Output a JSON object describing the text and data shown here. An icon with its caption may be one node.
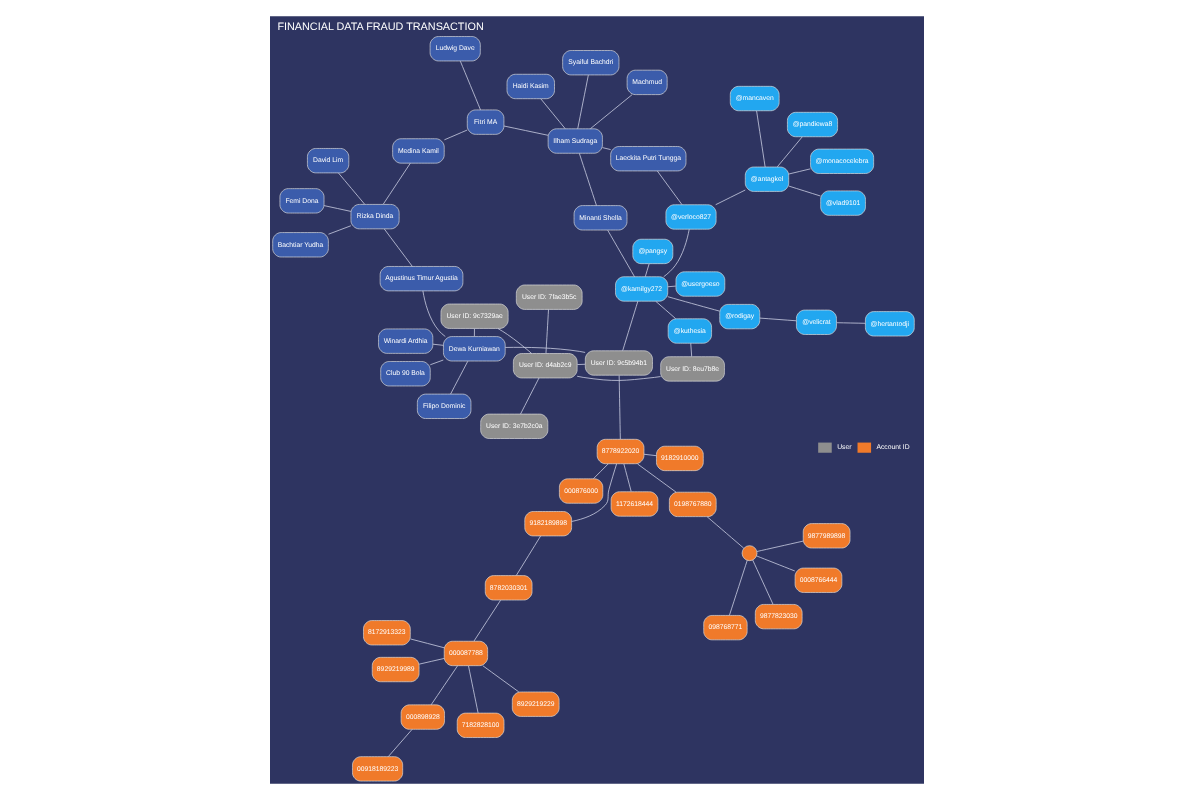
{
  "diagram": {
    "title": "FINANCIAL DATA FRAUD TRANSACTION",
    "nodes": [
      {
        "text": [
          "8778922020"
        ]
      },
      {
        "text": [
          "9877989898"
        ]
      },
      {
        "text": [
          "9877823030"
        ]
      },
      {
        "text": [
          "098768771"
        ]
      },
      {
        "text": [
          "0008766444"
        ]
      },
      {
        "text": [],
        "shape": "circle"
      },
      {
        "text": [
          "0198767880"
        ]
      },
      {
        "text": [
          "9182910000"
        ]
      },
      {
        "text": [
          "9182189898"
        ]
      },
      {
        "text": [
          "1172618444"
        ]
      },
      {
        "text": [
          "000876000"
        ]
      },
      {
        "text": [
          "8782030301"
        ]
      },
      {
        "text": [
          "000087788"
        ]
      },
      {
        "text": [
          "8929219229"
        ]
      },
      {
        "text": [
          "8172913323"
        ]
      },
      {
        "text": [
          "7182828100"
        ]
      },
      {
        "text": [
          "000898928"
        ]
      },
      {
        "text": [
          "8929219989"
        ]
      },
      {
        "text": [
          "00918189223"
        ]
      },
      {
        "text": [
          "User ID: 9c5b94b1"
        ]
      },
      {
        "text": [
          "User ID: d4ab2c9"
        ]
      },
      {
        "text": [
          "User ID: 3e7b2c0a"
        ]
      },
      {
        "text": [
          "User ID: 8eu7b8e"
        ]
      },
      {
        "text": [
          "User ID: 7fae3b5c"
        ]
      },
      {
        "text": [
          "User ID: 9c7329ae"
        ]
      },
      {
        "text": [
          "Dewa Kurniawan"
        ]
      },
      {
        "text": [
          "Filipo Dominic"
        ]
      },
      {
        "text": [
          "Winardi Ardhia"
        ]
      },
      {
        "text": [
          "Agustinus Timur Agustia"
        ]
      },
      {
        "text": [
          "Club 90 Bola"
        ]
      },
      {
        "text": [
          "Rizka Dinda"
        ]
      },
      {
        "text": [
          "Bachtiar Yudha"
        ]
      },
      {
        "text": [
          "Femi Dona"
        ]
      },
      {
        "text": [
          "David Lim"
        ]
      },
      {
        "text": [
          "Medina Kamil"
        ]
      },
      {
        "text": [
          "Fitri MA"
        ]
      },
      {
        "text": [
          "Ludwig Dave"
        ]
      },
      {
        "text": [
          "Ilham Sudraga"
        ]
      },
      {
        "text": [
          "Syaiful Bachdri"
        ]
      },
      {
        "text": [
          "Haidi Kasim"
        ]
      },
      {
        "text": [
          "Machmud"
        ]
      },
      {
        "text": [
          "Laeckita Putri Tungga"
        ]
      },
      {
        "text": [
          "Minanti Shella"
        ]
      },
      {
        "text": [
          "@kamilgy272"
        ]
      },
      {
        "text": [
          "@usergoeso"
        ]
      },
      {
        "text": [
          "@pangsy"
        ]
      },
      {
        "text": [
          "@verloco827"
        ]
      },
      {
        "text": [
          "@kuthesia"
        ]
      },
      {
        "text": [
          "@rodigay"
        ]
      },
      {
        "text": [
          "@antagkel"
        ]
      },
      {
        "text": [
          "@mancaven"
        ]
      },
      {
        "text": [
          "@vlad9101"
        ]
      },
      {
        "text": [
          "@monacocelebra"
        ]
      },
      {
        "text": [
          "@pandiewa8"
        ]
      },
      {
        "text": [
          "@velicrat"
        ]
      },
      {
        "text": [
          "@hertantodji"
        ]
      }
    ],
    "edges": [
      {
        "from": 5,
        "to": 1,
        "arrow": "none"
      },
      {
        "from": 5,
        "to": 2,
        "arrow": "none"
      },
      {
        "from": 5,
        "to": 3,
        "arrow": "none"
      },
      {
        "from": 5,
        "to": 4,
        "arrow": "none"
      },
      {
        "from": 5,
        "to": 6,
        "arrow": "none"
      },
      {
        "from": 6,
        "to": 0,
        "arrow": "none"
      },
      {
        "from": 7,
        "to": 0,
        "arrow": "none"
      },
      {
        "from": 8,
        "to": 0,
        "arrow": "none"
      },
      {
        "from": 9,
        "to": 0,
        "arrow": "none"
      },
      {
        "from": 10,
        "to": 0,
        "arrow": "none"
      },
      {
        "from": 11,
        "to": 8,
        "arrow": "none"
      },
      {
        "from": 11,
        "to": 12,
        "arrow": "none"
      },
      {
        "from": 12,
        "to": 13,
        "arrow": "none"
      },
      {
        "from": 12,
        "to": 14,
        "arrow": "none"
      },
      {
        "from": 12,
        "to": 15,
        "arrow": "none"
      },
      {
        "from": 12,
        "to": 16,
        "arrow": "none"
      },
      {
        "from": 12,
        "to": 17,
        "arrow": "none"
      },
      {
        "from": 16,
        "to": 18,
        "arrow": "none"
      },
      {
        "from": 0,
        "to": 19,
        "arrow": "none"
      },
      {
        "from": 19,
        "to": 20,
        "arrow": "none"
      },
      {
        "from": 20,
        "to": 21,
        "arrow": "none"
      },
      {
        "from": 20,
        "to": 23,
        "arrow": "none"
      },
      {
        "from": 20,
        "to": 22,
        "arrow": "none"
      },
      {
        "from": 20,
        "to": 24,
        "arrow": "none"
      },
      {
        "from": 19,
        "to": 25,
        "arrow": "none"
      },
      {
        "from": 19,
        "to": 43,
        "arrow": "none"
      },
      {
        "from": 24,
        "to": 25,
        "arrow": "none"
      },
      {
        "from": 22,
        "to": 47,
        "arrow": "none"
      },
      {
        "from": 25,
        "to": 26,
        "arrow": "none"
      },
      {
        "from": 25,
        "to": 27,
        "arrow": "none"
      },
      {
        "from": 25,
        "to": 28,
        "arrow": "none"
      },
      {
        "from": 25,
        "to": 29,
        "arrow": "none"
      },
      {
        "from": 28,
        "to": 30,
        "arrow": "none"
      },
      {
        "from": 30,
        "to": 31,
        "arrow": "none"
      },
      {
        "from": 30,
        "to": 32,
        "arrow": "none"
      },
      {
        "from": 30,
        "to": 33,
        "arrow": "none"
      },
      {
        "from": 30,
        "to": 34,
        "arrow": "none"
      },
      {
        "from": 34,
        "to": 35,
        "arrow": "none"
      },
      {
        "from": 36,
        "to": 35,
        "arrow": "none"
      },
      {
        "from": 35,
        "to": 37,
        "arrow": "none"
      },
      {
        "from": 37,
        "to": 38,
        "arrow": "none"
      },
      {
        "from": 37,
        "to": 39,
        "arrow": "none"
      },
      {
        "from": 37,
        "to": 40,
        "arrow": "none"
      },
      {
        "from": 37,
        "to": 41,
        "arrow": "none"
      },
      {
        "from": 37,
        "to": 42,
        "arrow": "none"
      },
      {
        "from": 42,
        "to": 43,
        "arrow": "none"
      },
      {
        "from": 41,
        "to": 46,
        "arrow": "none"
      },
      {
        "from": 43,
        "to": 44,
        "arrow": "none"
      },
      {
        "from": 43,
        "to": 45,
        "arrow": "none"
      },
      {
        "from": 43,
        "to": 46,
        "arrow": "none"
      },
      {
        "from": 43,
        "to": 47,
        "arrow": "none"
      },
      {
        "from": 43,
        "to": 48,
        "arrow": "none"
      },
      {
        "from": 46,
        "to": 49,
        "arrow": "none"
      },
      {
        "from": 49,
        "to": 50,
        "arrow": "none"
      },
      {
        "from": 49,
        "to": 51,
        "arrow": "none"
      },
      {
        "from": 49,
        "to": 52,
        "arrow": "none"
      },
      {
        "from": 49,
        "to": 53,
        "arrow": "none"
      },
      {
        "from": 48,
        "to": 54,
        "arrow": "none"
      },
      {
        "from": 54,
        "to": 55,
        "arrow": "none"
      }
    ],
    "legend": [
      {
        "text": "User",
        "color": "#8e8e8e"
      },
      {
        "text": "Account ID",
        "color": "#f07a2a"
      }
    ]
  }
}
